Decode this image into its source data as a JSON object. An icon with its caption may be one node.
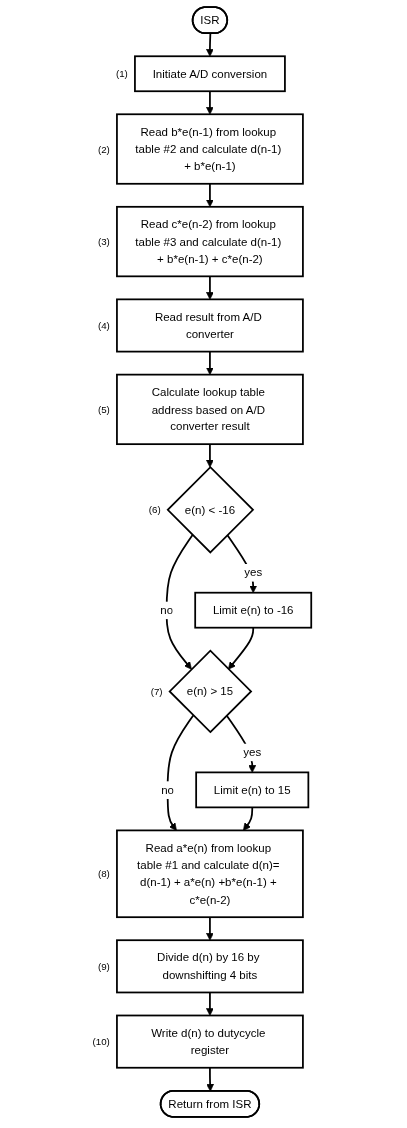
{
  "diagram": {
    "nodes": [
      {
        "text": [
          "ISR"
        ]
      },
      {
        "text": [
          "Initiate A/D conversion"
        ],
        "beside": [
          "(1)"
        ]
      },
      {
        "text": [
          "Read b*e(n-1) from lookup table #2 and calculate d(n-1) + b*e(n-1)"
        ],
        "beside": [
          "(2)"
        ]
      },
      {
        "text": [
          "Read c*e(n-2) from lookup table #3 and calculate d(n-1) + b*e(n-1) + c*e(n-2)"
        ],
        "beside": [
          "(3)"
        ]
      },
      {
        "text": [
          "Read result from A/D converter"
        ],
        "beside": [
          "(4)"
        ]
      },
      {
        "text": [
          "Calculate lookup table address based on A/D converter result"
        ],
        "beside": [
          "(5)"
        ]
      },
      {
        "text": [
          "e(n) < -16"
        ],
        "beside": [
          "(6)"
        ]
      },
      {
        "text": [
          "Limit e(n) to -16"
        ]
      },
      {
        "text": [
          "e(n) > 15"
        ],
        "beside": [
          "(7)"
        ]
      },
      {
        "text": [
          "Limit e(n) to 15"
        ]
      },
      {
        "text": [
          "Read a*e(n) from lookup table #1 and calculate d(n)= d(n-1) + a*e(n) +b*e(n-1) + c*e(n-2)"
        ],
        "beside": [
          "(8)"
        ]
      },
      {
        "text": [
          "Divide d(n) by 16 by downshifting 4 bits"
        ],
        "beside": [
          "(9)"
        ]
      },
      {
        "text": [
          "Write d(n) to dutycycle register"
        ],
        "beside": [
          "(10)"
        ]
      },
      {
        "text": [
          "Return from ISR"
        ]
      }
    ],
    "edges": [
      {
        "from": 0,
        "to": 1,
        "arrow": "to"
      },
      {
        "from": 1,
        "to": 2,
        "arrow": "to"
      },
      {
        "from": 2,
        "to": 3,
        "arrow": "to"
      },
      {
        "from": 3,
        "to": 4,
        "arrow": "to"
      },
      {
        "from": 4,
        "to": 5,
        "arrow": "to"
      },
      {
        "from": 5,
        "to": 6,
        "arrow": "to"
      },
      {
        "from": 6,
        "to": 7,
        "arrow": "to",
        "label": "yes"
      },
      {
        "from": 6,
        "to": 8,
        "arrow": "to",
        "label": "no"
      },
      {
        "from": 7,
        "to": 8,
        "arrow": "to"
      },
      {
        "from": 8,
        "to": 9,
        "arrow": "to",
        "label": "yes"
      },
      {
        "from": 8,
        "to": 10,
        "arrow": "to",
        "label": "no"
      },
      {
        "from": 9,
        "to": 10,
        "arrow": "to"
      },
      {
        "from": 10,
        "to": 11,
        "arrow": "to"
      },
      {
        "from": 11,
        "to": 12,
        "arrow": "to"
      },
      {
        "from": 12,
        "to": 13,
        "arrow": "to"
      }
    ]
  }
}
